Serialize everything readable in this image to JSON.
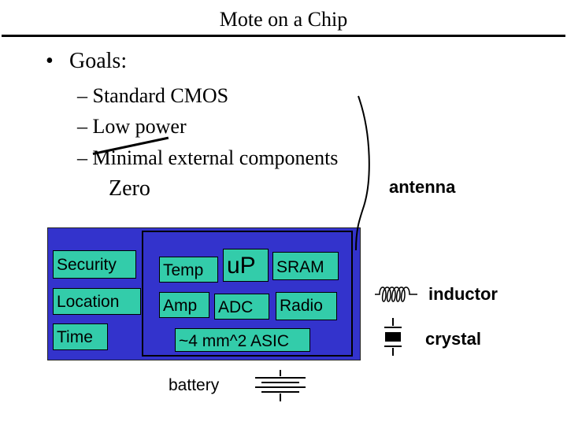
{
  "slide": {
    "title": "Mote on a Chip",
    "bullet": "Goals:",
    "goals": [
      "– Standard CMOS",
      "– Low power",
      "– Minimal external components"
    ],
    "replacement_word": "Zero"
  },
  "chip": {
    "cells": {
      "security": "Security",
      "location": "Location",
      "time": "Time",
      "temp": "Temp",
      "up": "uP",
      "sram": "SRAM",
      "amp": "Amp",
      "adc": "ADC",
      "radio": "Radio",
      "asic": "~4 mm^2 ASIC"
    },
    "colors": {
      "chip_fill": "#3333cc",
      "cell_fill": "#33ccaa"
    }
  },
  "external": {
    "antenna": "antenna",
    "inductor": "inductor",
    "crystal": "crystal",
    "battery": "battery"
  }
}
